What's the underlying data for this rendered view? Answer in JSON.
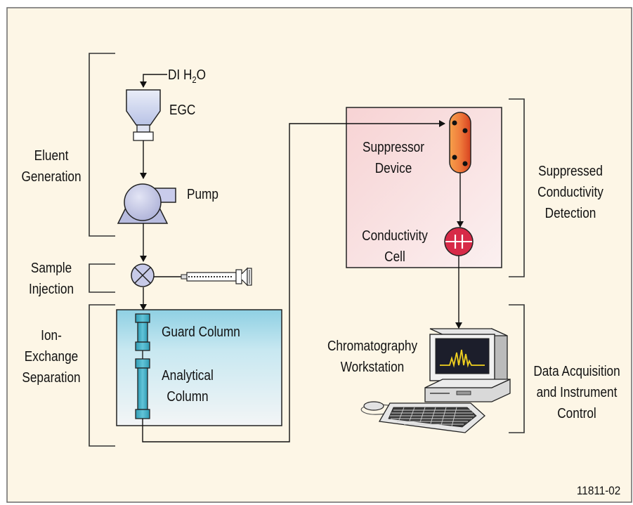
{
  "labels": {
    "di_h2o_prefix": "DI H",
    "di_h2o_sub": "2",
    "di_h2o_suffix": "O",
    "egc": "EGC",
    "eluent_generation": [
      "Eluent",
      "Generation"
    ],
    "pump": "Pump",
    "sample_injection": [
      "Sample",
      "Injection"
    ],
    "ion_exchange_separation": [
      "Ion-",
      "Exchange",
      "Separation"
    ],
    "guard_column": "Guard Column",
    "analytical_column": [
      "Analytical",
      "Column"
    ],
    "suppressor_device": [
      "Suppressor",
      "Device"
    ],
    "conductivity_cell": [
      "Conductivity",
      "Cell"
    ],
    "suppressed_conductivity_detection": [
      "Suppressed",
      "Conductivity",
      "Detection"
    ],
    "chromatography_workstation": [
      "Chromatography",
      "Workstation"
    ],
    "data_acquisition": [
      "Data Acquisition",
      "and Instrument",
      "Control"
    ],
    "figure_number": "11811-02"
  },
  "colors": {
    "background": "#fdf6e6",
    "frame": "#6a6a6a",
    "separation_box": "#bfe3ef",
    "detection_box": "#f6d7d7",
    "egc_vessel": "#cfd6ee",
    "pump": "#c3c6e3",
    "column": "#47b1c6",
    "suppressor": "#e25a2d",
    "conductivity_cell": "#d72a48",
    "monitor_screen": "#1c1e2b",
    "chromatogram_trace": "#f0d020"
  },
  "icons": {
    "egc": "egc-cartridge-icon",
    "pump": "pump-icon",
    "injection_valve": "injection-valve-icon",
    "syringe": "syringe-icon",
    "guard_column": "guard-column-icon",
    "analytical_column": "analytical-column-icon",
    "suppressor": "suppressor-device-icon",
    "conductivity_cell": "conductivity-cell-icon",
    "workstation": "computer-workstation-icon"
  }
}
